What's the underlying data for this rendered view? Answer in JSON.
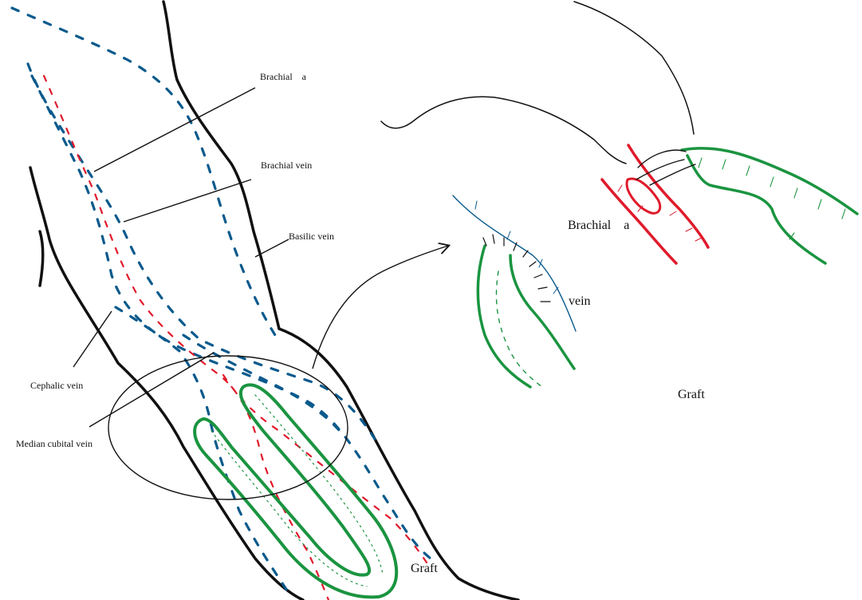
{
  "colors": {
    "outline": "#111111",
    "vein": "#0a5a8c",
    "artery": "#e01a2b",
    "graft": "#1a9440",
    "leader": "#111111"
  },
  "labels": {
    "brachial_artery": "Brachial    a",
    "brachial_vein": "Brachial vein",
    "basilic_vein": "Basilic vein",
    "cephalic_vein": "Cephalic vein",
    "median_cubital_vein": "Median cubital vein",
    "graft_main": "Graft",
    "vein_detail": "vein",
    "brachial_artery_detail": "Brachial    a",
    "graft_detail": "Graft"
  },
  "icons": {
    "zoom_circle": "magnify-circle-icon",
    "detail_arrow": "arrow-right-icon"
  }
}
